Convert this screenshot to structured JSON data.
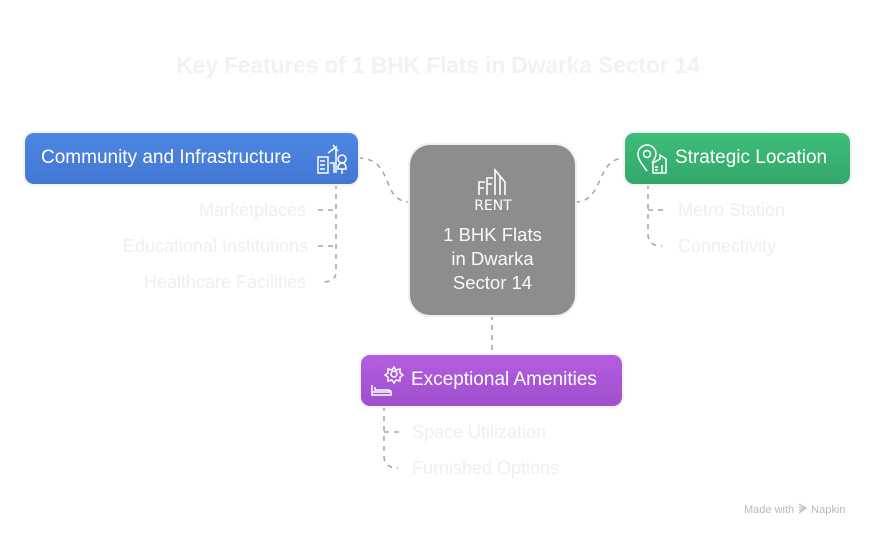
{
  "title": "Key Features of 1 BHK Flats in Dwarka Sector 14",
  "center": {
    "icon": "rent-building-icon",
    "icon_text": "RENT",
    "label_lines": [
      "1 BHK Flats",
      "in Dwarka",
      "Sector 14"
    ]
  },
  "branches": [
    {
      "label": "Community and Infrastructure",
      "icon": "city-community-icon",
      "color": "#4a80dd",
      "items": [
        "Marketplaces",
        "Educational Institutions",
        "Healthcare Facilities"
      ]
    },
    {
      "label": "Strategic Location",
      "icon": "location-pin-building-icon",
      "color": "#39b472",
      "items": [
        "Metro Station",
        "Connectivity"
      ]
    },
    {
      "label": "Exceptional Amenities",
      "icon": "amenities-gear-icon",
      "color": "#ab58d8",
      "items": [
        "Space Utilization",
        "Furnished Options"
      ]
    }
  ],
  "footer": {
    "made_with": "Made with",
    "brand": "Napkin"
  }
}
